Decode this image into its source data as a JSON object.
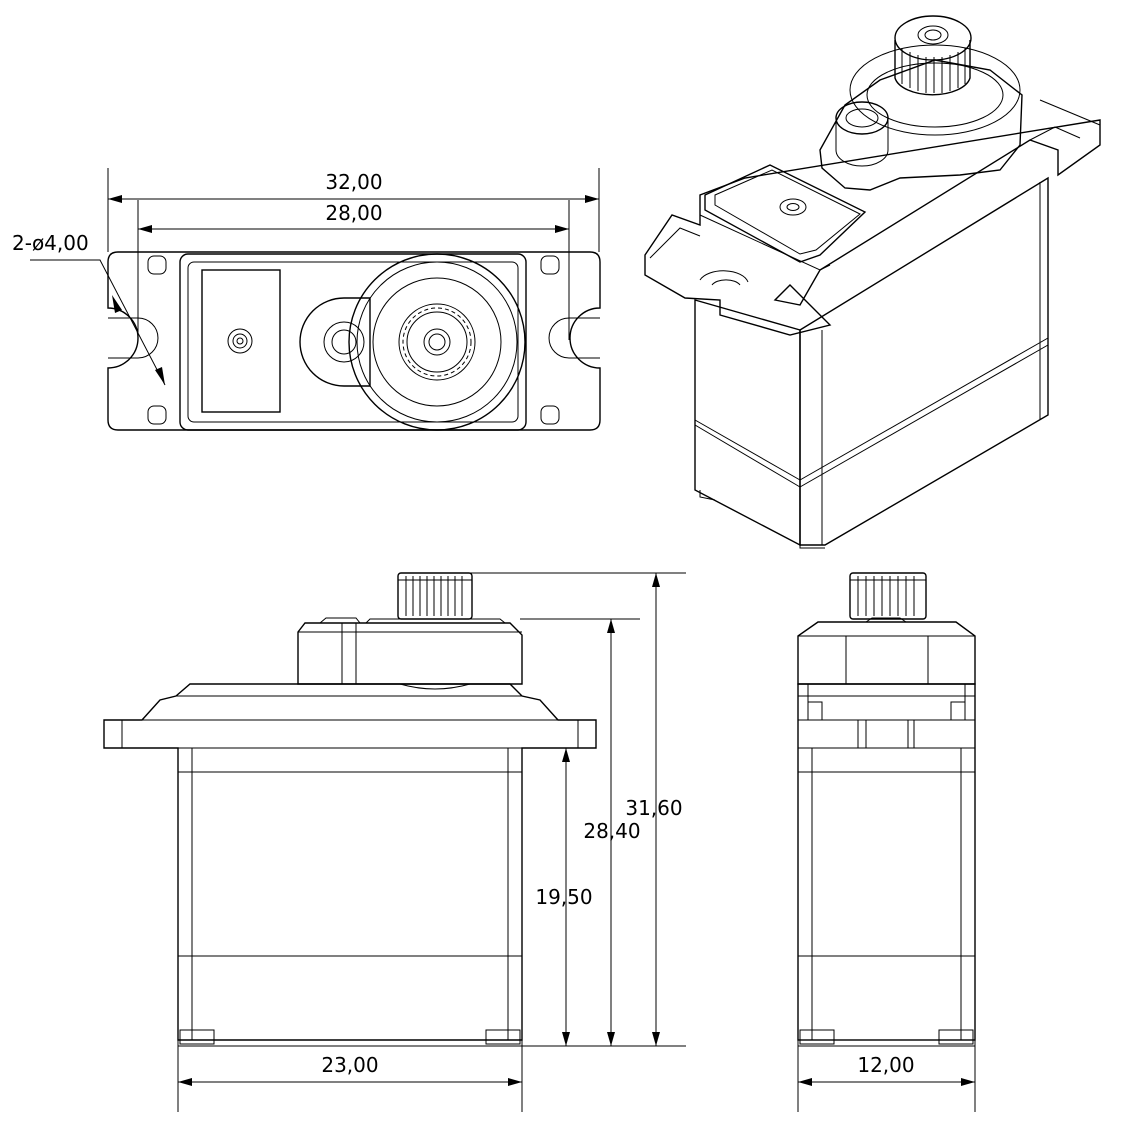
{
  "dimensions": {
    "top_overall_width": "32,00",
    "top_hole_spacing": "28,00",
    "top_hole_diameter": "2-ø4,00",
    "front_case_width": "23,00",
    "side_case_depth": "12,00",
    "height_to_flange": "19,50",
    "height_to_top_case": "28,40",
    "height_overall": "31,60"
  }
}
